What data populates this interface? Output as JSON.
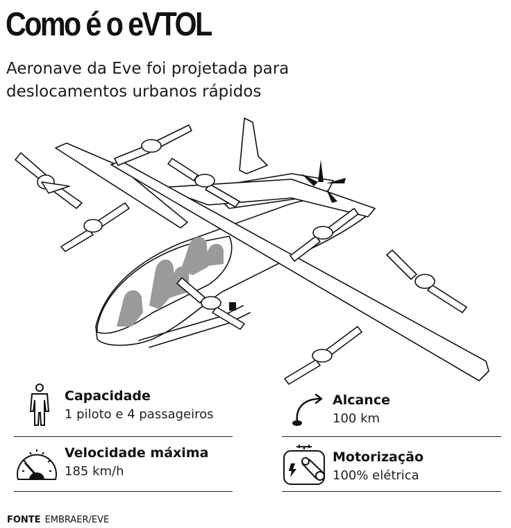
{
  "header": {
    "title": "Como é o eVTOL",
    "subtitle": "Aeronave da Eve foi projetada para deslocamentos urbanos rápidos"
  },
  "illustration": {
    "subject": "eVTOL aircraft line drawing with seated occupant silhouettes",
    "colors": {
      "line": "#111111",
      "occupants": "#9a9a9a",
      "fill": "#ffffff"
    }
  },
  "specs": {
    "capacity": {
      "icon": "person-icon",
      "label": "Capacidade",
      "value": "1 piloto e 4 passageiros"
    },
    "range": {
      "icon": "range-arrow-icon",
      "label": "Alcance",
      "value": "100 km"
    },
    "speed": {
      "icon": "speedometer-icon",
      "label": "Velocidade máxima",
      "value": "185 km/h"
    },
    "motor": {
      "icon": "electric-motor-icon",
      "label": "Motorização",
      "value": "100% elétrica"
    }
  },
  "footer": {
    "source_label": "FONTE",
    "source_value": "EMBRAER/EVE"
  }
}
